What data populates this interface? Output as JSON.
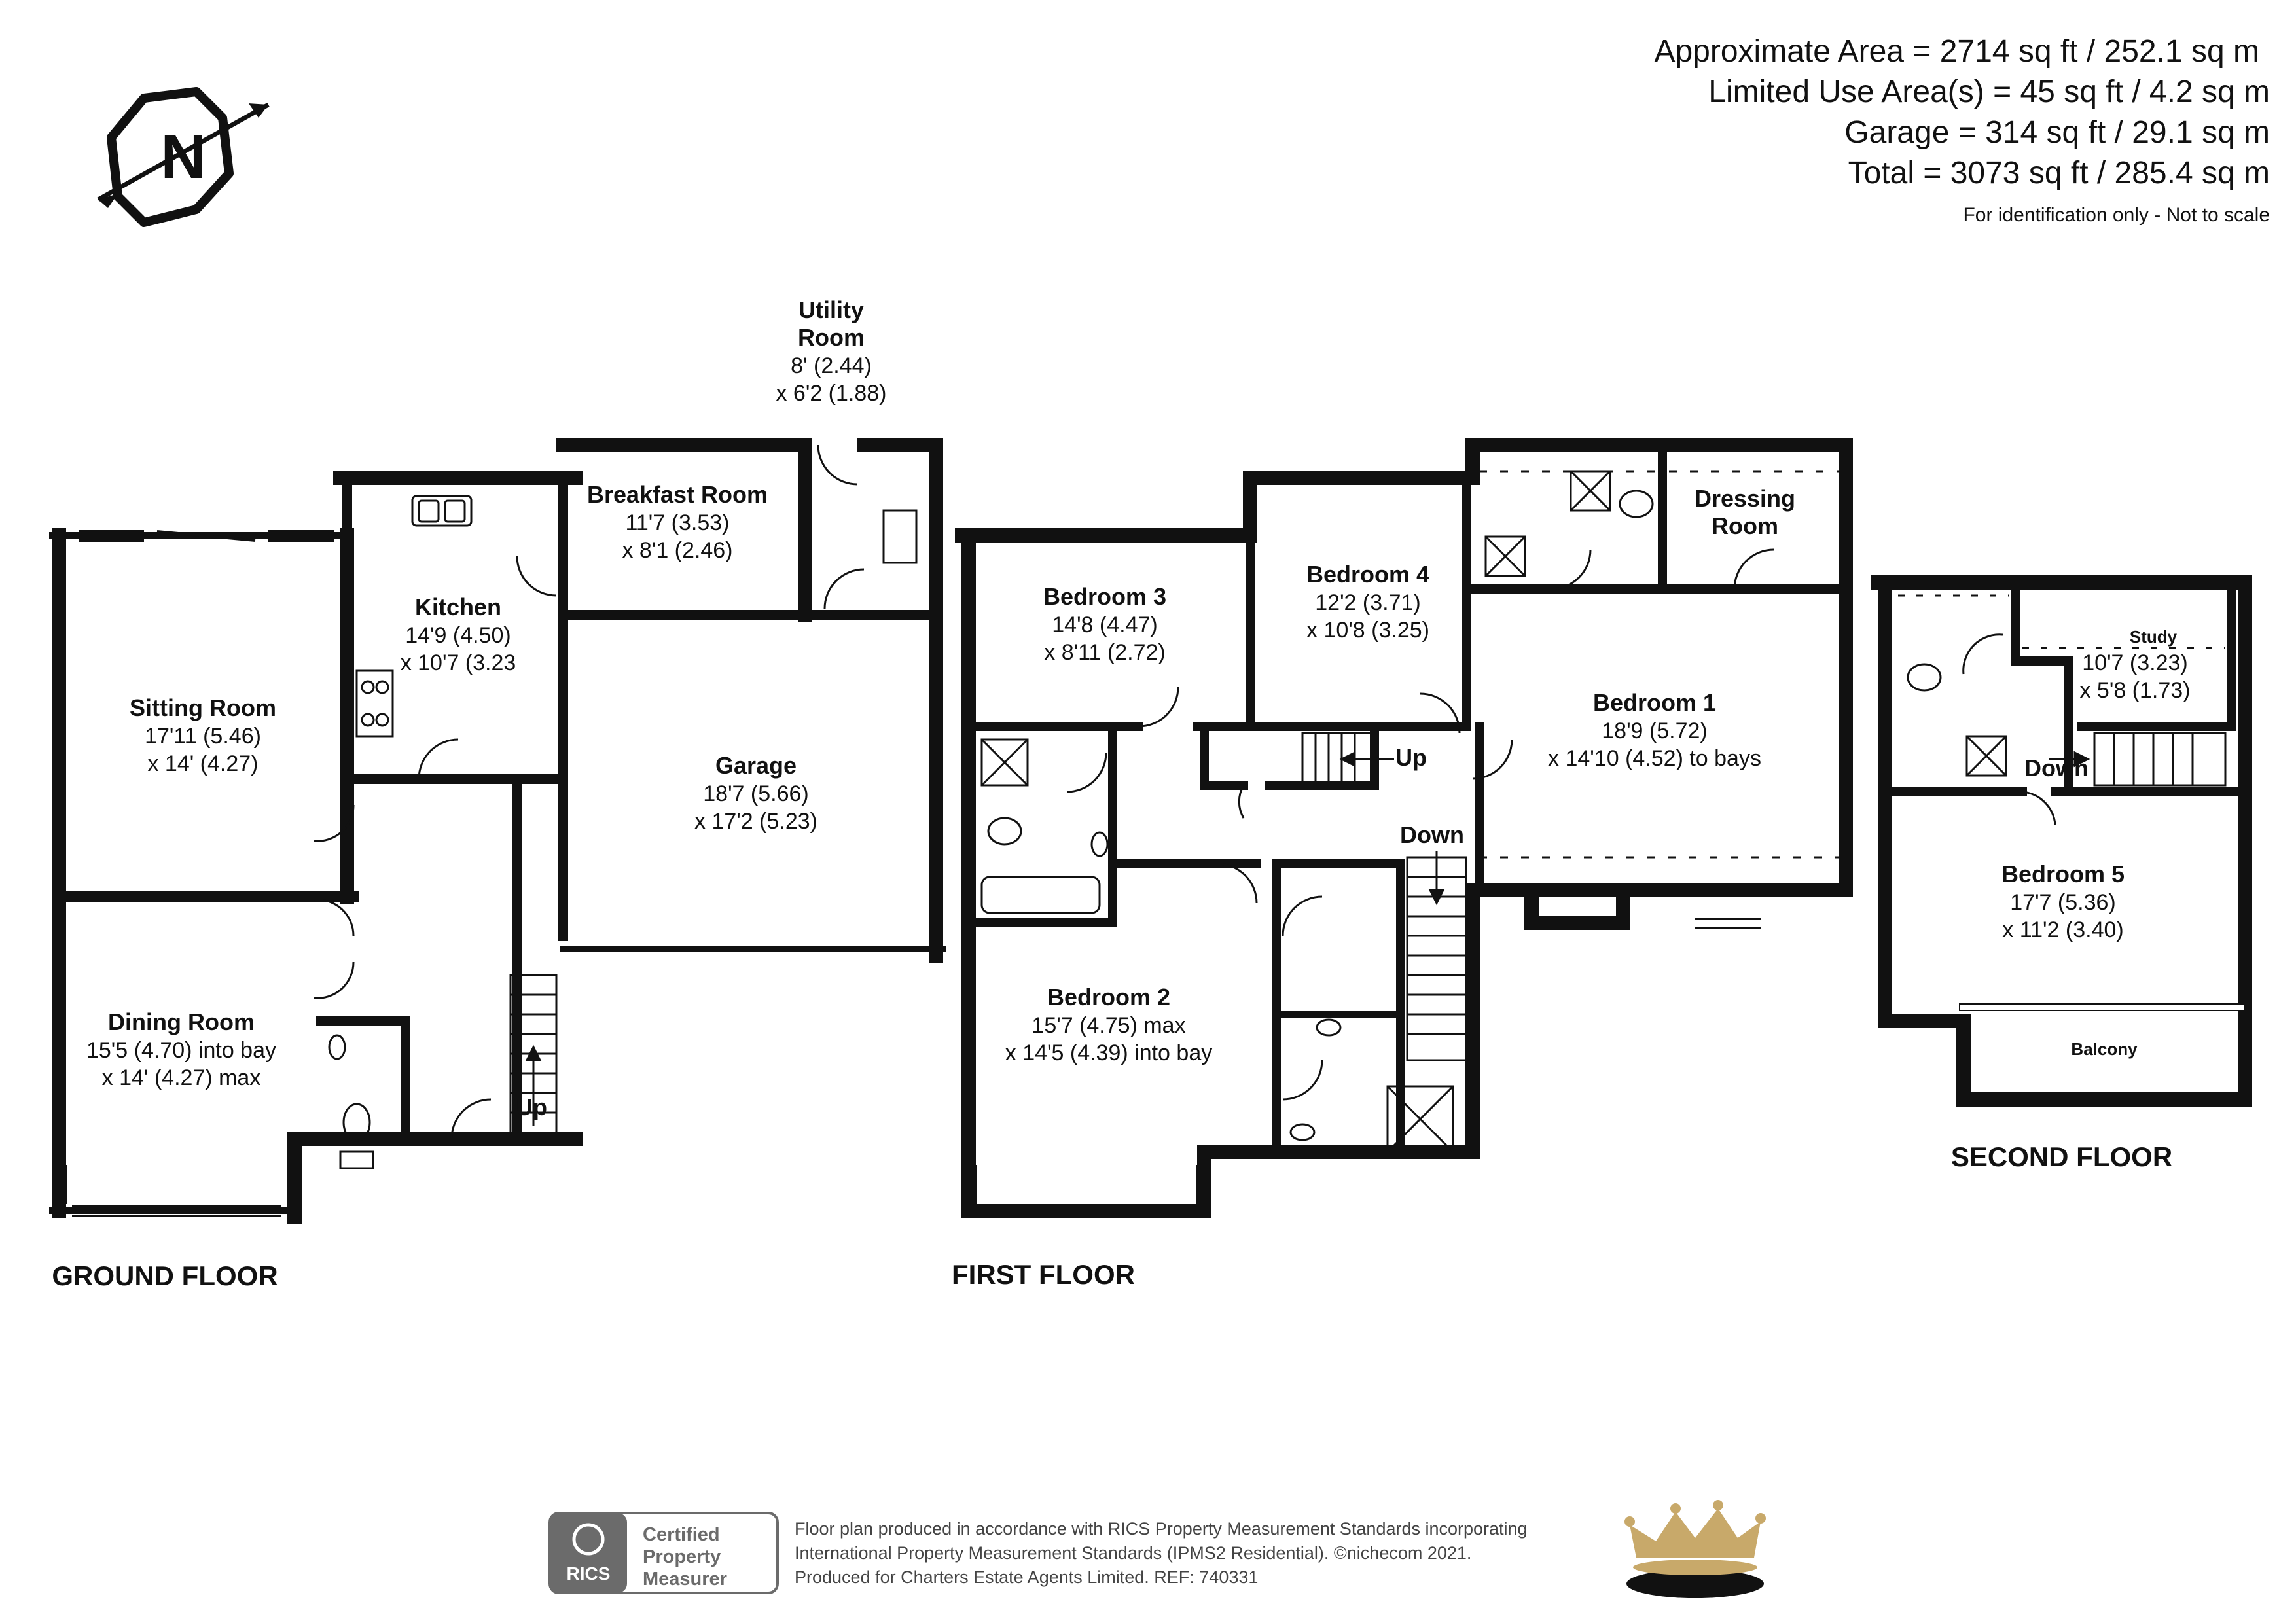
{
  "areas": [
    "Approximate Area = 2714 sq ft / 252.1 sq m",
    "Limited Use Area(s) = 45 sq ft / 4.2 sq m",
    "Garage = 314 sq ft / 29.1 sq m",
    "Total = 3073 sq ft / 285.4 sq m"
  ],
  "disclaimer": "For identification only - Not to scale",
  "compass": {
    "letter": "N"
  },
  "floors": {
    "ground": "GROUND FLOOR",
    "first": "FIRST FLOOR",
    "second": "SECOND FLOOR"
  },
  "rooms": {
    "utility": {
      "name": [
        "Utility",
        "Room"
      ],
      "dims": [
        "8' (2.44)",
        "x 6'2 (1.88)"
      ]
    },
    "breakfast": {
      "name": "Breakfast Room",
      "dims": [
        "11'7 (3.53)",
        "x 8'1 (2.46)"
      ]
    },
    "kitchen": {
      "name": "Kitchen",
      "dims": [
        "14'9 (4.50)",
        "x 10'7 (3.23"
      ]
    },
    "sitting": {
      "name": "Sitting Room",
      "dims": [
        "17'11 (5.46)",
        "x 14' (4.27)"
      ]
    },
    "garage": {
      "name": "Garage",
      "dims": [
        "18'7 (5.66)",
        "x 17'2 (5.23)"
      ]
    },
    "dining": {
      "name": "Dining Room",
      "dims": [
        "15'5 (4.70) into bay",
        "x 14' (4.27) max"
      ]
    },
    "bedroom3": {
      "name": "Bedroom 3",
      "dims": [
        "14'8 (4.47)",
        "x 8'11 (2.72)"
      ]
    },
    "bedroom4": {
      "name": "Bedroom 4",
      "dims": [
        "12'2 (3.71)",
        "x 10'8 (3.25)"
      ]
    },
    "dressing": {
      "name": [
        "Dressing",
        "Room"
      ]
    },
    "bedroom1": {
      "name": "Bedroom 1",
      "dims": [
        "18'9 (5.72)",
        "x 14'10 (4.52) to bays"
      ]
    },
    "bedroom2": {
      "name": "Bedroom 2",
      "dims": [
        "15'7 (4.75) max",
        "x 14'5 (4.39) into bay"
      ]
    },
    "study": {
      "name": "Study",
      "dims": [
        "10'7 (3.23)",
        "x 5'8 (1.73)"
      ]
    },
    "bedroom5": {
      "name": "Bedroom 5",
      "dims": [
        "17'7 (5.36)",
        "x 11'2 (3.40)"
      ]
    },
    "balcony": {
      "name": "Balcony"
    }
  },
  "stairs": {
    "up": "Up",
    "down": "Down"
  },
  "footer": {
    "badge": {
      "rics": "RICS",
      "certified": [
        "Certified",
        "Property",
        "Measurer"
      ]
    },
    "text": [
      "Floor plan produced in accordance with RICS Property Measurement Standards incorporating",
      "International Property Measurement Standards (IPMS2 Residential).  ©nichecom 2021.",
      "Produced for Charters Estate Agents Limited.   REF:  740331"
    ]
  },
  "colors": {
    "wall": "#111111",
    "crown": "#c8a96a",
    "badge": "#6b6b6b"
  }
}
